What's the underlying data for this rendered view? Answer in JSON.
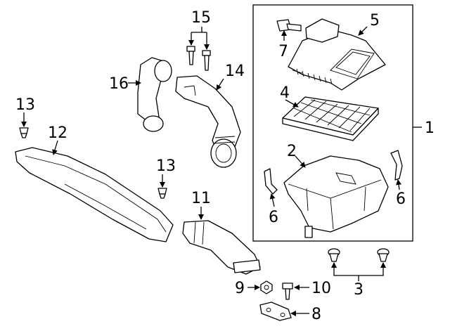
{
  "diagram": {
    "callouts": {
      "c1": "1",
      "c2": "2",
      "c3": "3",
      "c4": "4",
      "c5": "5",
      "c6a": "6",
      "c6b": "6",
      "c7": "7",
      "c8": "8",
      "c9": "9",
      "c10": "10",
      "c11": "11",
      "c12": "12",
      "c13a": "13",
      "c13b": "13",
      "c14": "14",
      "c15": "15",
      "c16": "16"
    }
  }
}
